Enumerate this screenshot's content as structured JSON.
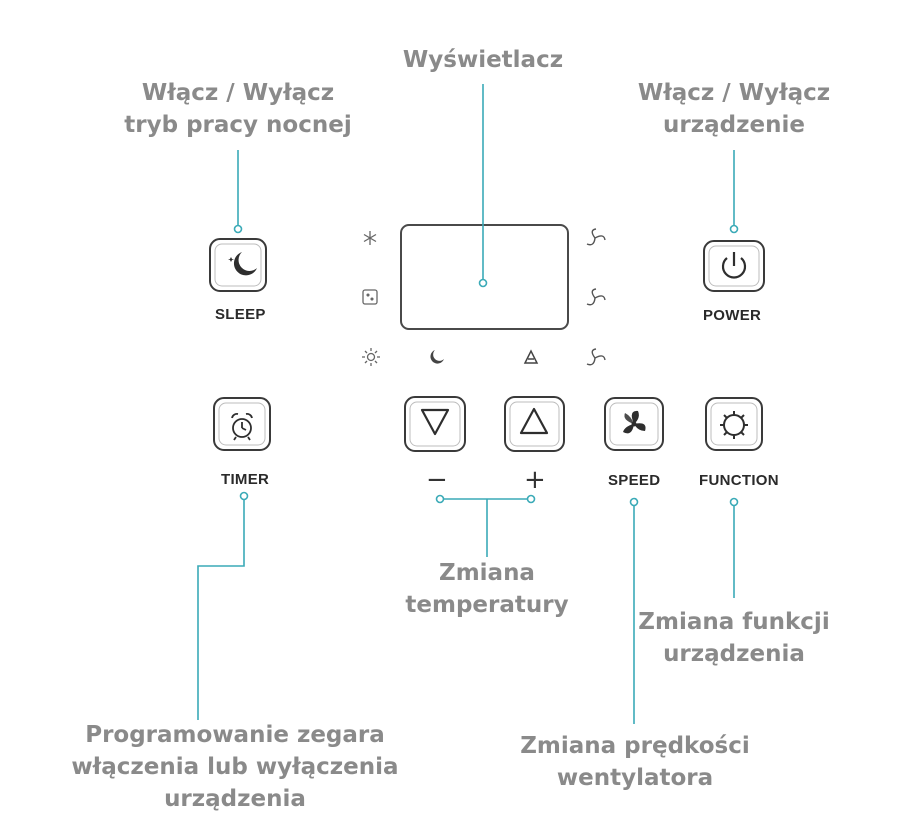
{
  "callouts": {
    "display": {
      "lines": [
        "Wyświetlacz"
      ]
    },
    "sleep": {
      "lines": [
        "Włącz / Wyłącz",
        "tryb pracy nocnej"
      ]
    },
    "power": {
      "lines": [
        "Włącz / Wyłącz",
        "urządzenie"
      ]
    },
    "temperature": {
      "lines": [
        "Zmiana",
        "temperatury"
      ]
    },
    "function": {
      "lines": [
        "Zmiana funkcji",
        "urządzenia"
      ]
    },
    "speed": {
      "lines": [
        "Zmiana prędkości",
        "wentylatora"
      ]
    },
    "timer": {
      "lines": [
        "Programowanie zegara",
        "włączenia lub wyłączenia",
        "urządzenia"
      ]
    }
  },
  "buttons": {
    "sleep": "SLEEP",
    "power": "POWER",
    "timer": "TIMER",
    "speed": "SPEED",
    "function": "FUNCTION",
    "minus": "−",
    "plus": "+"
  },
  "colors": {
    "leader": "#3aaab7",
    "callout_text": "#8a8a8a",
    "button_border": "#3a3a3a"
  },
  "indicator_icons": [
    "snowflake-icon",
    "dehumidify-icon",
    "sun-icon",
    "moon-icon",
    "auto-icon",
    "fan-high-icon",
    "fan-medium-icon",
    "fan-low-icon"
  ]
}
